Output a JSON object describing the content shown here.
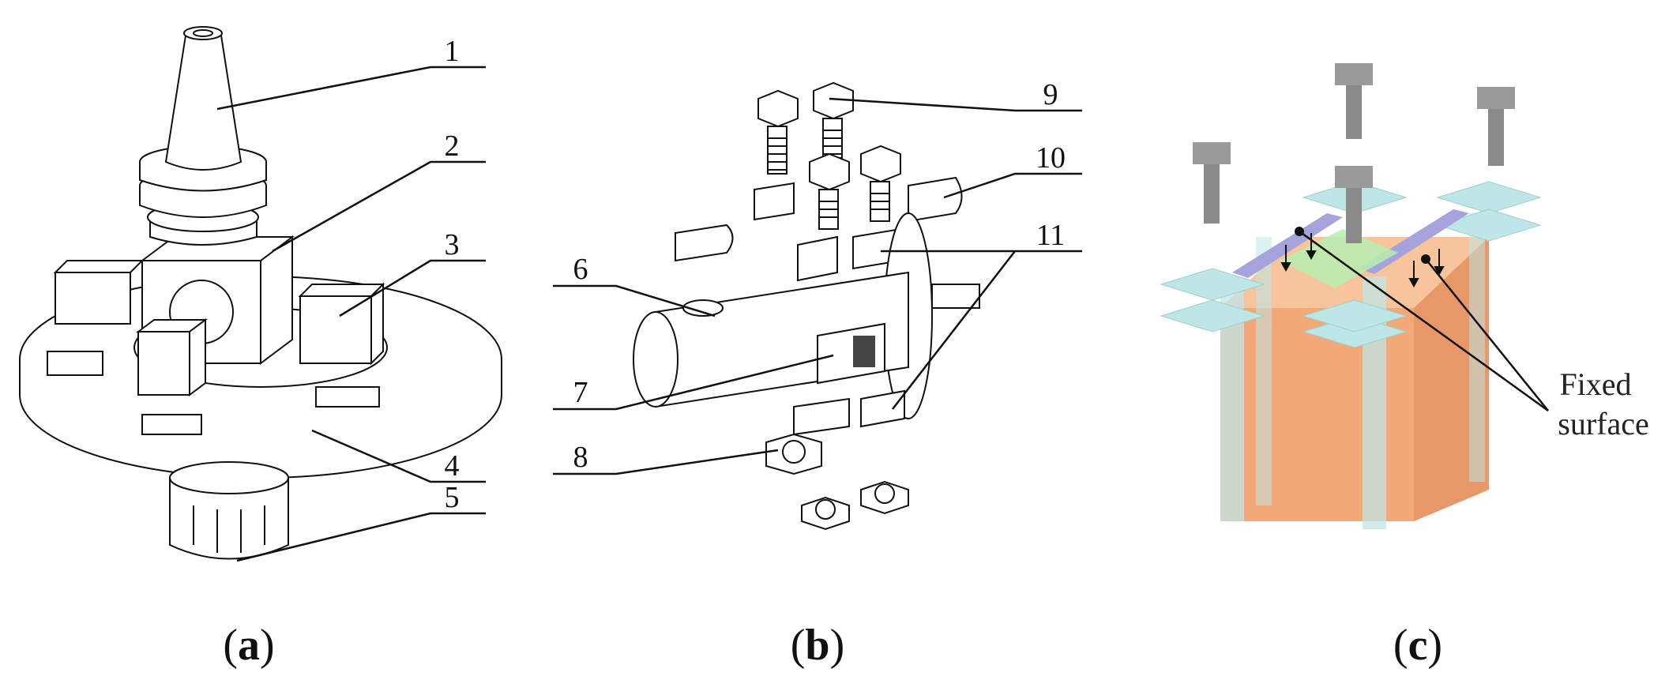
{
  "panels": {
    "a": {
      "caption": {
        "open": "(",
        "letter": "a",
        "close": ")"
      },
      "callouts": [
        "1",
        "2",
        "3",
        "4",
        "5"
      ]
    },
    "b": {
      "caption": {
        "open": "(",
        "letter": "b",
        "close": ")"
      },
      "callouts": [
        "6",
        "7",
        "8",
        "9",
        "10",
        "11"
      ]
    },
    "c": {
      "caption": {
        "open": "(",
        "letter": "c",
        "close": ")"
      },
      "annotation": {
        "line1": "Fixed",
        "line2": "surface"
      }
    }
  },
  "colors": {
    "line": "#111111",
    "sensor_block": "#f2a877",
    "plate": "#bfe6e6",
    "membrane": "#a6a3dc",
    "green_patch": "#b7eeb0",
    "bolt": "#8f8f8f"
  }
}
